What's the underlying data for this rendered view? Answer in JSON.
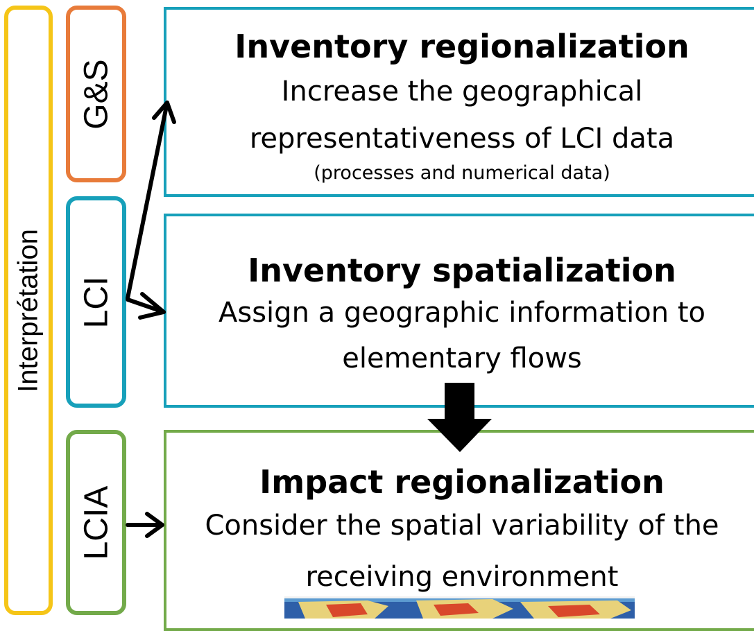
{
  "colors": {
    "interpretation": "#F5C518",
    "gs": "#E87B3A",
    "lci": "#17A0BA",
    "lcia": "#73AA4A",
    "arrow": "#000000"
  },
  "side_labels": {
    "interpretation": "Interprétation",
    "gs": "G&S",
    "lci": "LCI",
    "lcia": "LCIA"
  },
  "panels": {
    "regionalization": {
      "title": "Inventory regionalization",
      "line1": "Increase the geographical",
      "line2": "representativeness of LCI data",
      "note": "(processes and numerical data)"
    },
    "spatialization": {
      "title": "Inventory spatialization",
      "line1": "Assign a geographic information to",
      "line2": "elementary flows"
    },
    "impact": {
      "title": "Impact regionalization",
      "line1": "Consider the spatial variability of the",
      "line2": "receiving environment"
    }
  },
  "map_thumbnail": {
    "icon": "world-map-raster",
    "palette": [
      "#2E5FA8",
      "#5C9BD1",
      "#E8D27A",
      "#D9482B",
      "#F2F2F2"
    ]
  }
}
